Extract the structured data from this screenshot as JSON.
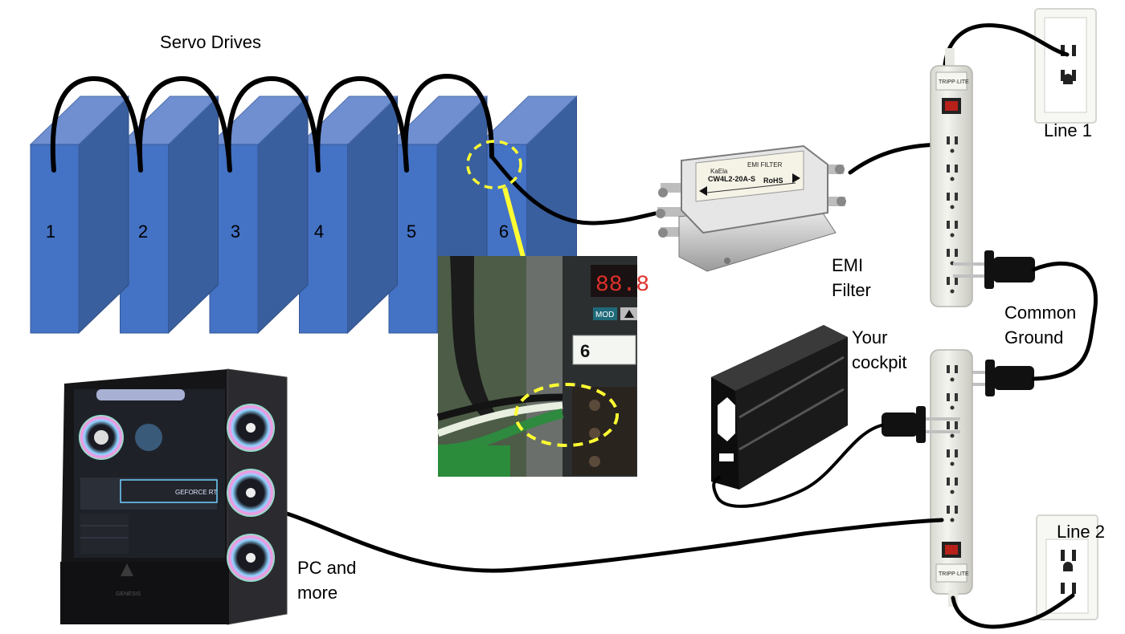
{
  "title": "Servo Drives",
  "drives": [
    "1",
    "2",
    "3",
    "4",
    "5",
    "6"
  ],
  "labels": {
    "emi_line1": "EMI",
    "emi_line2": "Filter",
    "line1": "Line 1",
    "line2": "Line 2",
    "common_line1": "Common",
    "common_line2": "Ground",
    "cockpit_line1": "Your",
    "cockpit_line2": "cockpit",
    "pc_line1": "PC and",
    "pc_line2": "more"
  },
  "filter_text": {
    "brand": "KaEla",
    "name": "EMI FILTER",
    "model": "CW4L2-20A-S",
    "rohs": "RoHS"
  },
  "power_strip_brand": "TRIPP·LITE",
  "inset": {
    "display": "88.8",
    "mode_button": "MOD",
    "tag": "6"
  },
  "pc_brand": "GENESIS",
  "gpu_label": "GEFORCE RT",
  "colors": {
    "drive_front": "#4472C4",
    "drive_side": "#3A5F9E",
    "drive_top": "#6F8FD0",
    "cable": "#000000",
    "highlight": "#FFFF33"
  }
}
